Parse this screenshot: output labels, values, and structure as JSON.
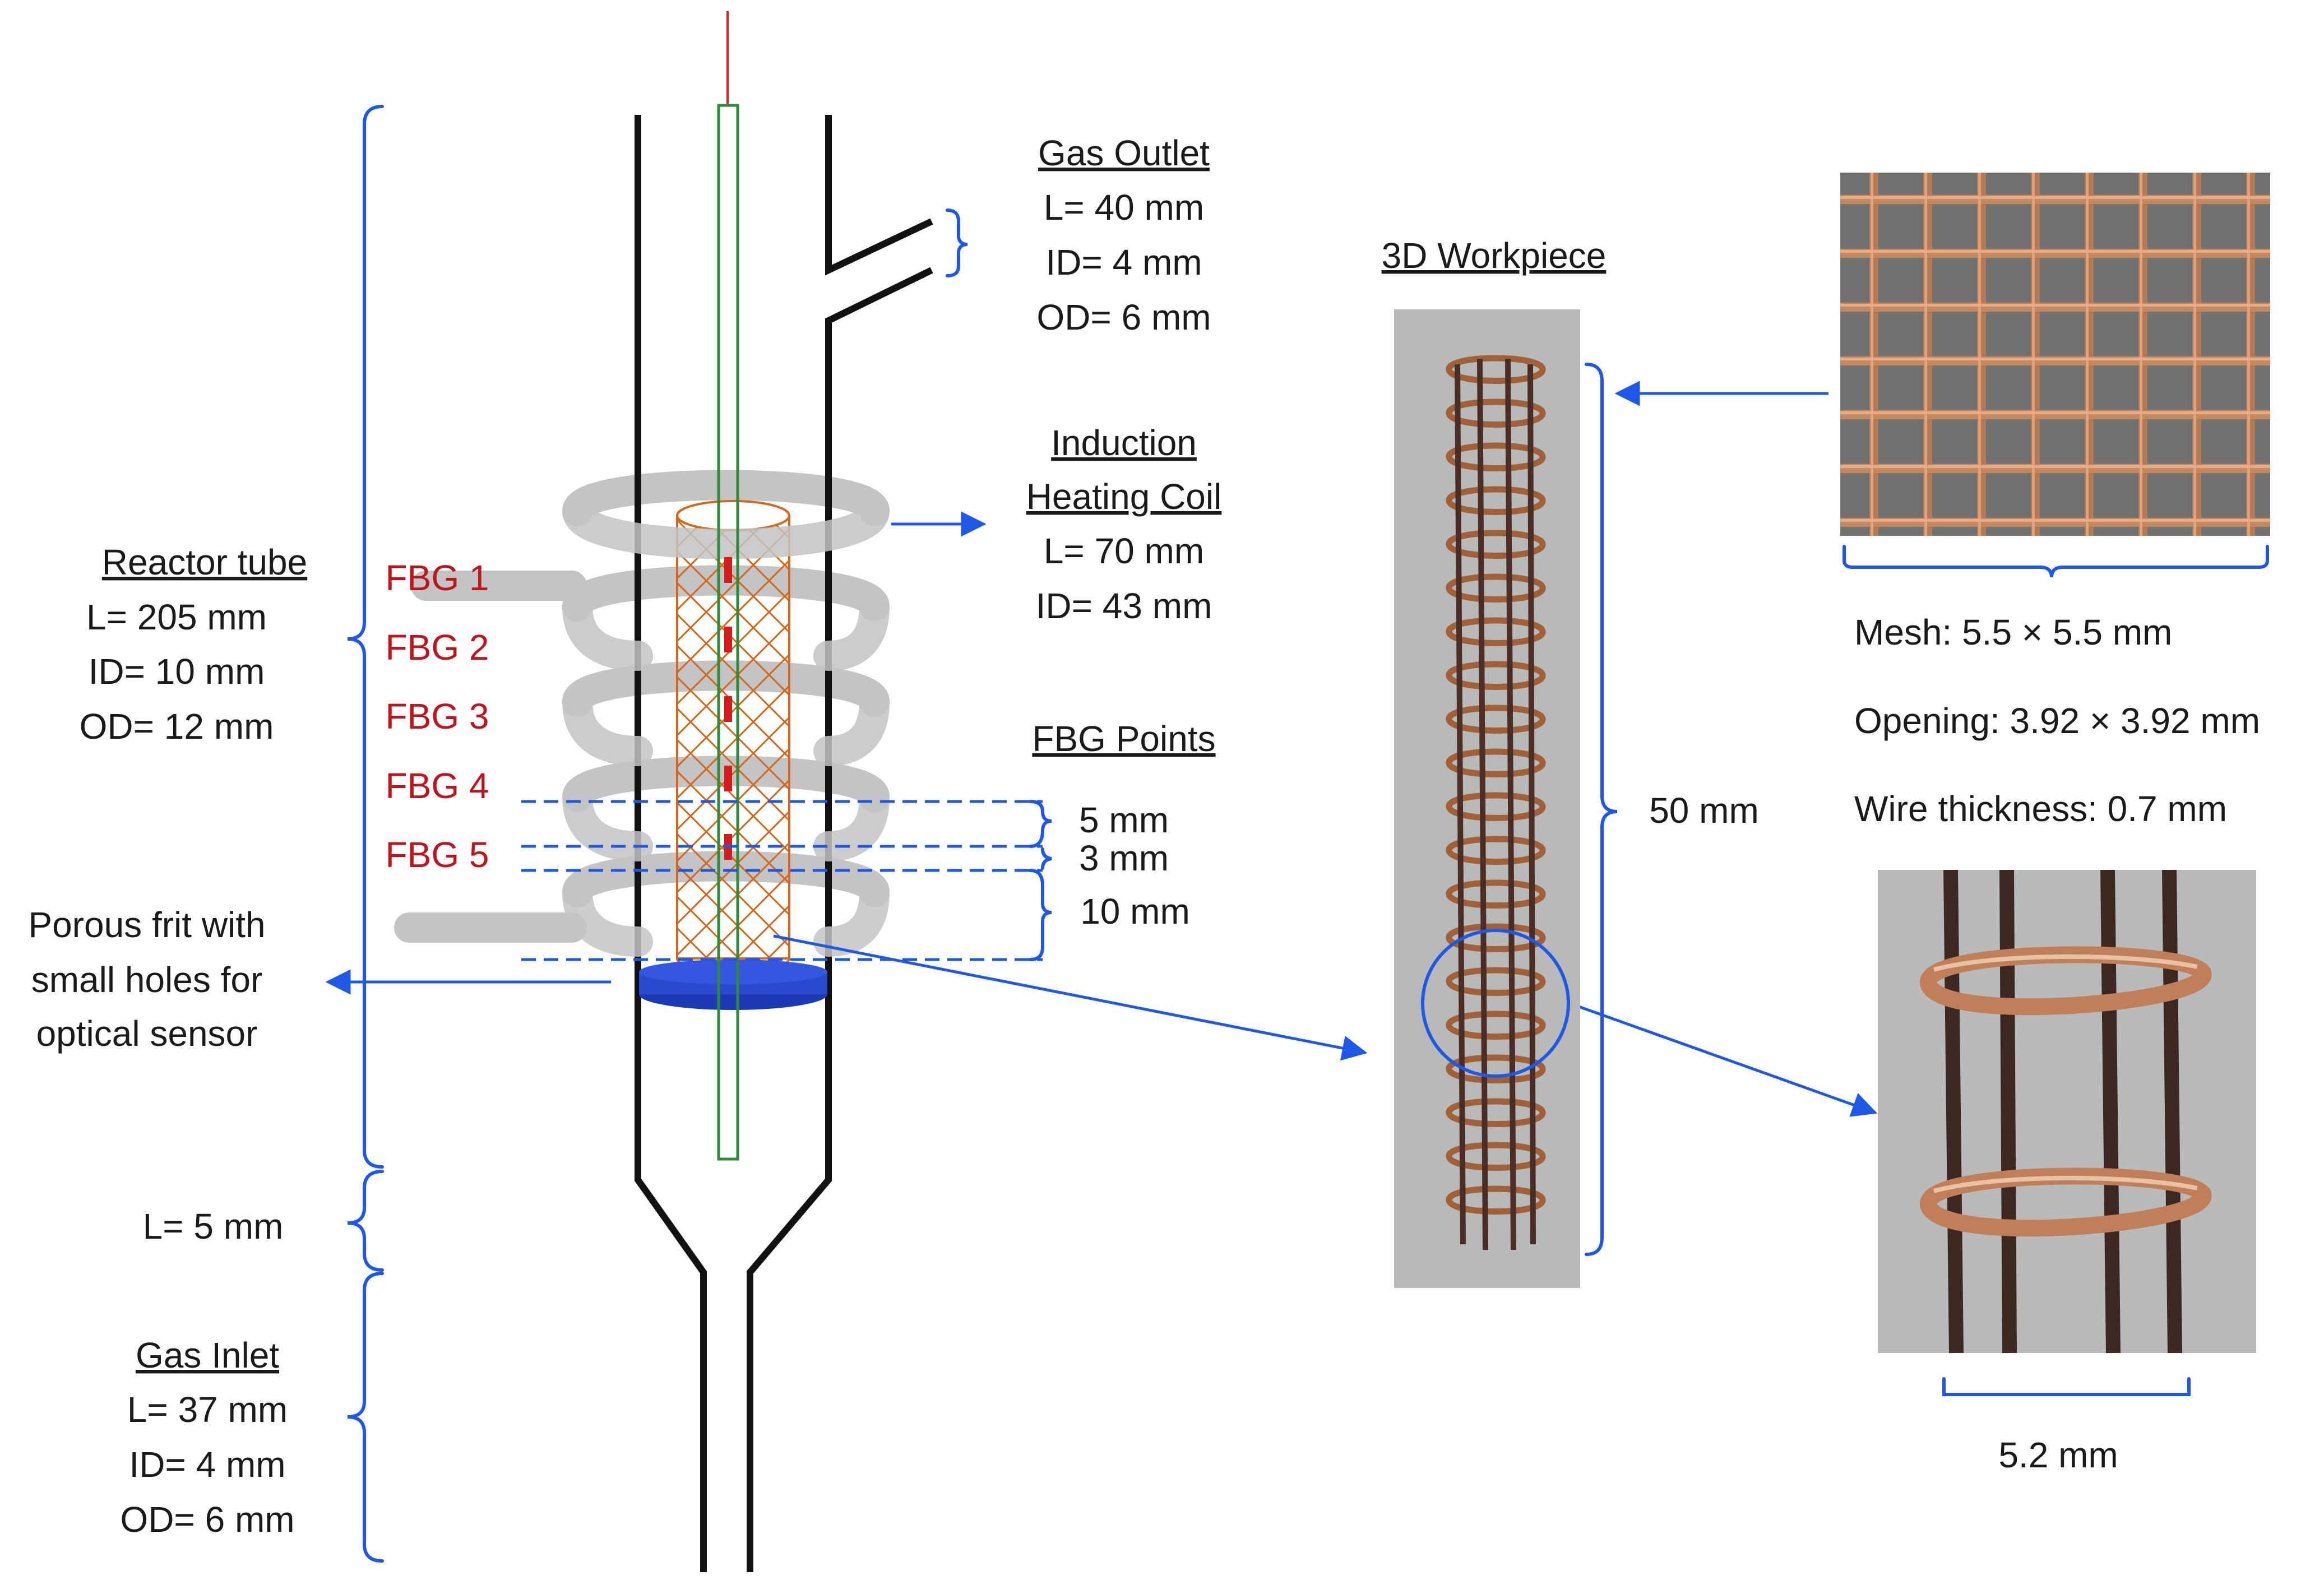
{
  "colors": {
    "annotation_blue": "#1f57e6",
    "fbg_red": "#c0141c",
    "tube_black": "#111111",
    "fiber_green": "#2e8b3a",
    "workpiece_orange": "#d2691e",
    "coil_gray": "#c4c4c4",
    "frit_blue": "#1c39b8",
    "copper": "#a0603a",
    "dark_wire": "#4a2e26"
  },
  "reactor_tube": {
    "title": "Reactor tube",
    "length": "L= 205 mm",
    "id": "ID=  10 mm",
    "od": "OD=  12 mm"
  },
  "taper": {
    "length": "L= 5 mm"
  },
  "gas_inlet": {
    "title": "Gas Inlet",
    "length": "L= 37 mm",
    "id": "ID=  4 mm",
    "od": "OD=  6 mm"
  },
  "gas_outlet": {
    "title": "Gas Outlet",
    "length": "L= 40 mm",
    "id": "ID= 4 mm",
    "od": "OD= 6 mm"
  },
  "induction_coil": {
    "title_line1": "Induction",
    "title_line2": "Heating Coil",
    "length": "L= 70 mm",
    "id": "ID= 43 mm"
  },
  "fbg_points": {
    "title": "FBG Points",
    "labels": [
      "FBG 1",
      "FBG 2",
      "FBG 3",
      "FBG 4",
      "FBG 5"
    ],
    "spacings": [
      "5 mm",
      "3 mm",
      "10 mm"
    ]
  },
  "frit": {
    "line1": "Porous frit with",
    "line2": "small holes for",
    "line3": "optical sensor"
  },
  "workpiece": {
    "title": "3D Workpiece",
    "length": "50 mm"
  },
  "mesh": {
    "size": "Mesh: 5.5 × 5.5 mm",
    "opening": "Opening: 3.92 × 3.92 mm",
    "wire": "Wire thickness: 0.7 mm"
  },
  "detail": {
    "width": "5.2 mm"
  }
}
